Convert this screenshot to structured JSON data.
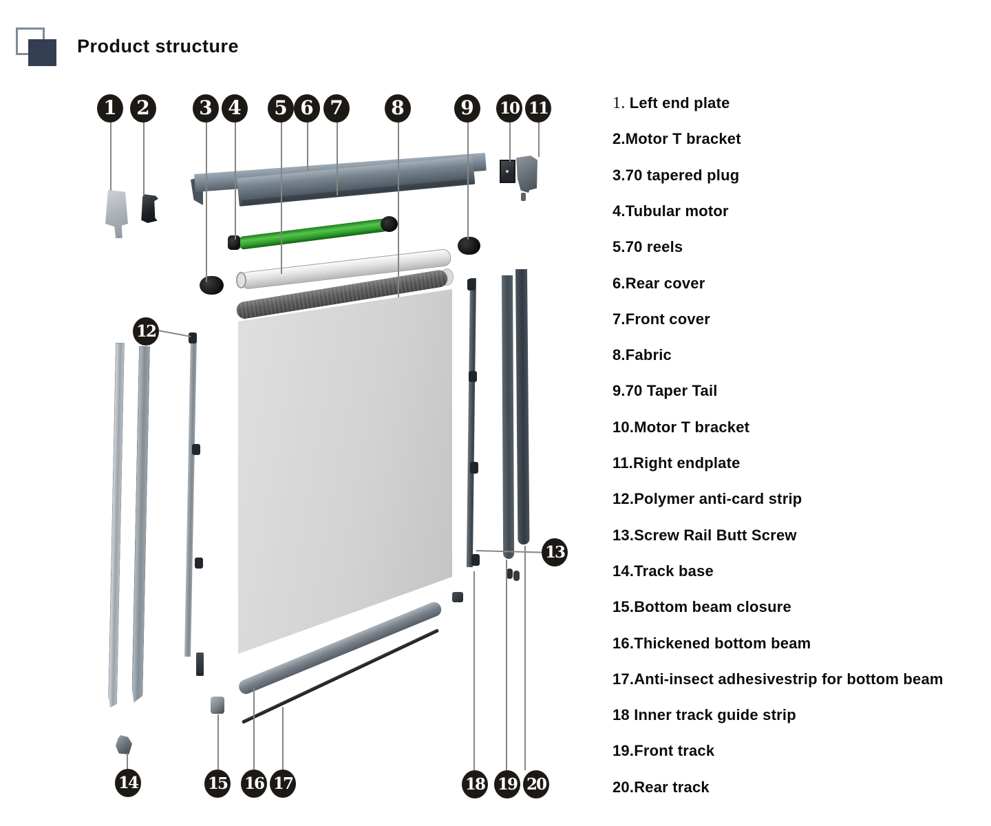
{
  "header": {
    "title": "Product structure"
  },
  "legend": {
    "items": [
      {
        "num": "1.",
        "sep": " ",
        "label": "Left end plate",
        "light_num": true
      },
      {
        "num": "2.",
        "sep": "",
        "label": "Motor T bracket"
      },
      {
        "num": "3.",
        "sep": "",
        "label": "70 tapered plug"
      },
      {
        "num": "4.",
        "sep": "",
        "label": "Tubular motor"
      },
      {
        "num": "5.",
        "sep": "",
        "label": "70 reels"
      },
      {
        "num": "6.",
        "sep": "",
        "label": "Rear cover"
      },
      {
        "num": "7.",
        "sep": "",
        "label": "Front cover"
      },
      {
        "num": "8.",
        "sep": "",
        "label": "Fabric"
      },
      {
        "num": "9.",
        "sep": "",
        "label": "70 Taper Tail"
      },
      {
        "num": "10.",
        "sep": "",
        "label": "Motor T bracket"
      },
      {
        "num": "11.",
        "sep": "",
        "label": "Right endplate"
      },
      {
        "num": "12.",
        "sep": "",
        "label": "Polymer anti-card strip"
      },
      {
        "num": "13.",
        "sep": "",
        "label": "Screw Rail Butt Screw"
      },
      {
        "num": "14.",
        "sep": "",
        "label": "Track base"
      },
      {
        "num": "15.",
        "sep": "",
        "label": "Bottom beam closure"
      },
      {
        "num": "16.",
        "sep": "",
        "label": "Thickened bottom beam"
      },
      {
        "num": "17.",
        "sep": "",
        "label": "Anti-insect adhesivestrip for bottom beam"
      },
      {
        "num": "18",
        "sep": " ",
        "label": "Inner track guide strip"
      },
      {
        "num": "19.",
        "sep": "",
        "label": "Front track"
      },
      {
        "num": "20.",
        "sep": "",
        "label": "Rear track"
      }
    ]
  },
  "diagram": {
    "callouts": [
      "1",
      "2",
      "3",
      "4",
      "5",
      "6",
      "7",
      "8",
      "9",
      "10",
      "11",
      "12",
      "13",
      "14",
      "15",
      "16",
      "17",
      "18",
      "19",
      "20"
    ]
  },
  "colors": {
    "accent_navy": "#333e53",
    "motor_green": "#3fae37",
    "cover_gray": "#75818d",
    "fabric_gray": "#d4d4d4",
    "track_slate": "#424c55",
    "callout_black": "#1d1a16",
    "leader_gray": "#858585"
  }
}
